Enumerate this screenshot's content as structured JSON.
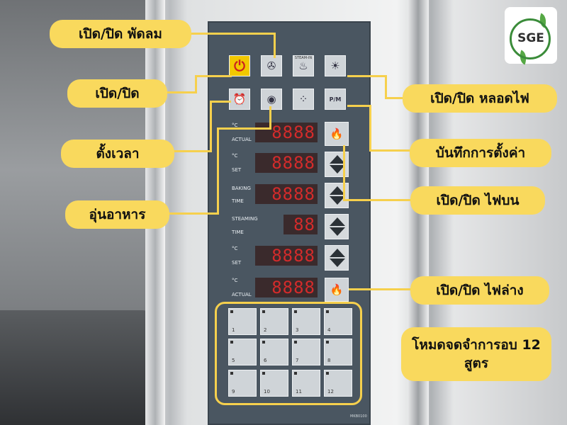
{
  "brand": {
    "logo_text": "SGE"
  },
  "callouts": {
    "fan": "เปิด/ปิด พัดลม",
    "power": "เปิด/ปิด",
    "timer": "ตั้งเวลา",
    "warming": "อุ่นอาหาร",
    "light": "เปิด/ปิด หลอดไฟ",
    "save": "บันทึกการตั้งค่า",
    "top_heat": "เปิด/ปิด ไฟบน",
    "bottom_heat": "เปิด/ปิด ไฟล่าง",
    "recipes": "โหมดจดจำการอบ 12 สูตร"
  },
  "panel": {
    "steam_label": "STEAM-IN",
    "pm_label": "P/M",
    "displays": [
      {
        "unit": "°C",
        "label": "ACTUAL",
        "value": "8888"
      },
      {
        "unit": "°C",
        "label": "SET",
        "value": "8888"
      },
      {
        "unit": "BAKING",
        "label": "TIME",
        "value": "8888"
      },
      {
        "unit": "STEAMING",
        "label": "TIME",
        "value": "88"
      },
      {
        "unit": "°C",
        "label": "SET",
        "value": "8888"
      },
      {
        "unit": "°C",
        "label": "ACTUAL",
        "value": "8888"
      }
    ],
    "recipes": [
      "1",
      "2",
      "3",
      "4",
      "5",
      "6",
      "7",
      "8",
      "9",
      "10",
      "11",
      "12"
    ],
    "model_code": "MKB0100"
  },
  "colors": {
    "accent": "#f9d95d",
    "panel": "#4a5661",
    "led": "#d42b2b",
    "power": "#f2c800"
  }
}
